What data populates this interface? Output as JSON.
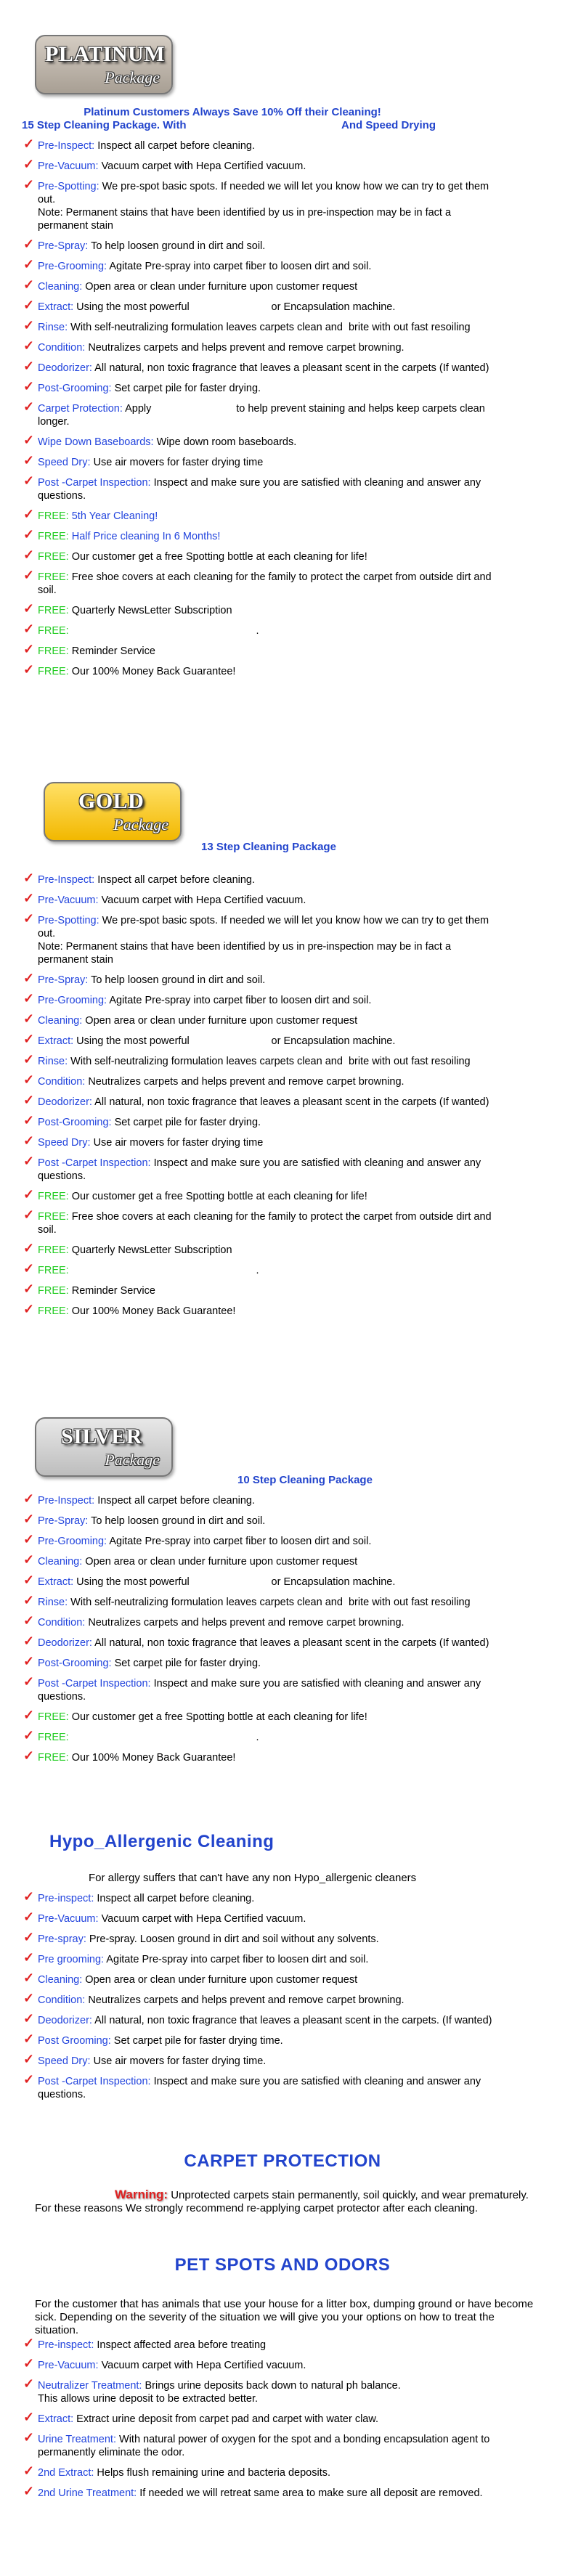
{
  "platinum": {
    "badge_title": "PLATINUM",
    "badge_sub": "Package",
    "header_line1": "Platinum Customers Always Save 10% Off their Cleaning!",
    "header_line2a": "15 Step Cleaning Package. With",
    "header_line2b": "And Speed Drying",
    "items": [
      {
        "k": "Pre-Inspect:",
        "t": " Inspect all carpet before cleaning."
      },
      {
        "k": "Pre-Vacuum:",
        "t": " Vacuum carpet with Hepa Certified vacuum."
      },
      {
        "k": "Pre-Spotting:",
        "t": " We pre-spot basic spots. If needed we will let you know how we can try to get them out.\nNote: Permanent stains that have been identified by us in pre-inspection may be in fact a permanent stain"
      },
      {
        "k": "Pre-Spray:",
        "t": " To help loosen ground in dirt and soil."
      },
      {
        "k": "Pre-Grooming:",
        "t": " Agitate Pre-spray into carpet fiber to loosen dirt and soil."
      },
      {
        "k": "Cleaning:",
        "t": " Open area or clean under furniture upon customer request"
      },
      {
        "k": "Extract:",
        "t": " Using the most powerful                            or Encapsulation machine."
      },
      {
        "k": "Rinse:",
        "t": " With self-neutralizing formulation leaves carpets clean and  brite with out fast resoiling"
      },
      {
        "k": "Condition:",
        "t": " Neutralizes carpets and helps prevent and remove carpet browning."
      },
      {
        "k": "Deodorizer:",
        "t": " All natural, non toxic fragrance that leaves a pleasant scent in the carpets (If wanted)"
      },
      {
        "k": "Post-Grooming:",
        "t": " Set carpet pile for faster drying."
      },
      {
        "k": "Carpet Protection:",
        "t": " Apply                             to help prevent staining and helps keep carpets clean longer."
      },
      {
        "k": "Wipe Down Baseboards:",
        "t": " Wipe down room baseboards."
      },
      {
        "k": "Speed Dry:",
        "t": " Use air movers for faster drying time"
      },
      {
        "k": "Post -Carpet Inspection:",
        "t": " Inspect and make sure you are satisfied with cleaning and answer any questions."
      },
      {
        "g": "FREE:",
        "k": " 5th Year Cleaning!",
        "t": ""
      },
      {
        "g": "FREE:",
        "k": " Half Price cleaning In 6 Months!",
        "t": ""
      },
      {
        "g": "FREE:",
        "t": " Our customer get a free Spotting bottle at each cleaning for life!"
      },
      {
        "g": "FREE:",
        "t": " Free shoe covers at each cleaning for the family to protect the carpet from outside dirt and soil."
      },
      {
        "g": "FREE:",
        "t": " Quarterly NewsLetter Subscription"
      },
      {
        "g": "FREE:",
        "t": "                                                                .",
        "k": ""
      },
      {
        "g": "FREE:",
        "t": " Reminder Service"
      },
      {
        "g": "FREE:",
        "t": " Our 100% Money Back Guarantee!"
      }
    ]
  },
  "gold": {
    "badge_title": "GOLD",
    "badge_sub": "Package",
    "header": "13 Step Cleaning Package",
    "items": [
      {
        "k": "Pre-Inspect:",
        "t": " Inspect all carpet before cleaning."
      },
      {
        "k": "Pre-Vacuum:",
        "t": " Vacuum carpet with Hepa Certified vacuum."
      },
      {
        "k": "Pre-Spotting:",
        "t": " We pre-spot basic spots. If needed we will let you know how we can try to get them out.\nNote: Permanent stains that have been identified by us in pre-inspection may be in fact a permanent stain"
      },
      {
        "k": "Pre-Spray:",
        "t": " To help loosen ground in dirt and soil."
      },
      {
        "k": "Pre-Grooming:",
        "t": " Agitate Pre-spray into carpet fiber to loosen dirt and soil."
      },
      {
        "k": "Cleaning:",
        "t": " Open area or clean under furniture upon customer request"
      },
      {
        "k": "Extract:",
        "t": " Using the most powerful                            or Encapsulation machine."
      },
      {
        "k": "Rinse:",
        "t": " With self-neutralizing formulation leaves carpets clean and  brite with out fast resoiling"
      },
      {
        "k": "Condition:",
        "t": " Neutralizes carpets and helps prevent and remove carpet browning."
      },
      {
        "k": "Deodorizer:",
        "t": " All natural, non toxic fragrance that leaves a pleasant scent in the carpets (If wanted)"
      },
      {
        "k": "Post-Grooming:",
        "t": " Set carpet pile for faster drying."
      },
      {
        "k": "Speed Dry:",
        "t": " Use air movers for faster drying time"
      },
      {
        "k": "Post -Carpet Inspection:",
        "t": " Inspect and make sure you are satisfied with cleaning and answer any questions."
      },
      {
        "g": "FREE:",
        "t": " Our customer get a free Spotting bottle at each cleaning for life!"
      },
      {
        "g": "FREE:",
        "t": " Free shoe covers at each cleaning for the family to protect the carpet from outside dirt and soil."
      },
      {
        "g": "FREE:",
        "t": " Quarterly NewsLetter Subscription"
      },
      {
        "g": "FREE:",
        "t": "                                                                ."
      },
      {
        "g": "FREE:",
        "t": " Reminder Service"
      },
      {
        "g": "FREE:",
        "t": " Our 100% Money Back Guarantee!"
      }
    ]
  },
  "silver": {
    "badge_title": "SILVER",
    "badge_sub": "Package",
    "header": "10 Step Cleaning Package",
    "items": [
      {
        "k": "Pre-Inspect:",
        "t": " Inspect all carpet before cleaning."
      },
      {
        "k": "Pre-Spray:",
        "t": " To help loosen ground in dirt and soil."
      },
      {
        "k": "Pre-Grooming:",
        "t": " Agitate Pre-spray into carpet fiber to loosen dirt and soil."
      },
      {
        "k": "Cleaning:",
        "t": " Open area or clean under furniture upon customer request"
      },
      {
        "k": "Extract:",
        "t": " Using the most powerful                            or Encapsulation machine."
      },
      {
        "k": "Rinse:",
        "t": " With self-neutralizing formulation leaves carpets clean and  brite with out fast resoiling"
      },
      {
        "k": "Condition:",
        "t": " Neutralizes carpets and helps prevent and remove carpet browning."
      },
      {
        "k": "Deodorizer:",
        "t": " All natural, non toxic fragrance that leaves a pleasant scent in the carpets (If wanted)"
      },
      {
        "k": "Post-Grooming:",
        "t": " Set carpet pile for faster drying."
      },
      {
        "k": "Post -Carpet Inspection:",
        "t": " Inspect and make sure you are satisfied with cleaning and answer any questions."
      },
      {
        "g": "FREE:",
        "t": " Our customer get a free Spotting bottle at each cleaning for life!"
      },
      {
        "g": "FREE:",
        "t": "                                                                ."
      },
      {
        "g": "FREE:",
        "t": " Our 100% Money Back Guarantee!"
      }
    ]
  },
  "hypo": {
    "title": "Hypo_Allergenic Cleaning",
    "intro": "For allergy suffers that can't have any non Hypo_allergenic cleaners",
    "items": [
      {
        "k": "Pre-inspect:",
        "t": " Inspect all carpet before cleaning."
      },
      {
        "k": "Pre-Vacuum:",
        "t": " Vacuum carpet with Hepa Certified vacuum."
      },
      {
        "k": "Pre-spray:",
        "t": " Pre-spray. Loosen ground in dirt and soil without any solvents."
      },
      {
        "k": "Pre grooming:",
        "t": " Agitate Pre-spray into carpet fiber to loosen dirt and soil."
      },
      {
        "k": "Cleaning:",
        "t": " Open area or clean under furniture upon customer request"
      },
      {
        "k": "Condition:",
        "t": " Neutralizes carpets and helps prevent and remove carpet browning."
      },
      {
        "k": "Deodorizer:",
        "t": " All natural, non toxic fragrance that leaves a pleasant scent in the carpets. (If wanted)"
      },
      {
        "k": "Post Grooming:",
        "t": " Set carpet pile for faster drying time."
      },
      {
        "k": "Speed Dry:",
        "t": " Use air movers for faster drying time."
      },
      {
        "k": "Post -Carpet Inspection:",
        "t": " Inspect and make sure you are satisfied with cleaning and answer any questions."
      }
    ]
  },
  "protection": {
    "title": "CARPET PROTECTION",
    "warn": "Warning:",
    "text": " Unprotected carpets stain permanently, soil quickly, and wear prematurely. For these reasons We strongly recommend re-applying carpet protector after each cleaning."
  },
  "pets": {
    "title": "PET SPOTS AND ODORS",
    "intro": "For the customer that has animals that use your house for a litter box, dumping ground or have become sick. Depending on the severity of the situation we will give you your options on how to treat the situation.",
    "items": [
      {
        "k": "Pre-inspect:",
        "t": " Inspect affected area before treating"
      },
      {
        "k": "Pre-Vacuum:",
        "t": " Vacuum carpet with Hepa Certified vacuum."
      },
      {
        "k": "Neutralizer Treatment:",
        "t": " Brings urine deposits back down to natural ph balance.\nThis allows urine deposit to be extracted better."
      },
      {
        "k": "Extract:",
        "t": " Extract urine deposit from carpet pad and carpet with water claw."
      },
      {
        "k": "Urine Treatment:",
        "t": " With natural power of oxygen for the spot and a bonding encapsulation agent to permanently eliminate the odor."
      },
      {
        "k": "2nd Extract:",
        "t": " Helps flush remaining urine and bacteria deposits."
      },
      {
        "k": "2nd Urine Treatment:",
        "t": " If needed we will retreat same area to make sure all deposit are removed."
      }
    ]
  }
}
